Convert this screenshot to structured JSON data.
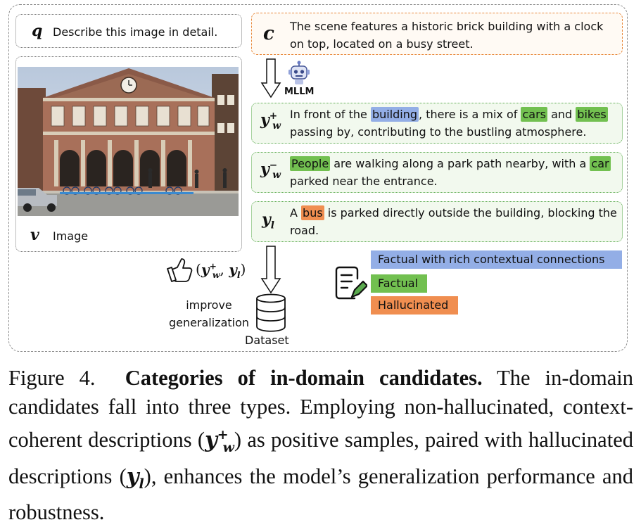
{
  "query": {
    "symbol": "q",
    "text": "Describe this image in detail."
  },
  "image_panel": {
    "symbol": "v",
    "label": "Image"
  },
  "context": {
    "symbol": "c",
    "text": "The scene features a historic brick building with a clock on top, located on a busy street."
  },
  "mllm": {
    "label": "MLLM",
    "icon": "robot-icon"
  },
  "candidates": [
    {
      "symbol": "y",
      "sup": "+",
      "sub": "w",
      "segments": [
        {
          "text": "In front of the "
        },
        {
          "text": "building",
          "highlight": "blue"
        },
        {
          "text": ", there is a mix of "
        },
        {
          "text": "cars",
          "highlight": "green"
        },
        {
          "text": " and "
        },
        {
          "text": "bikes",
          "highlight": "green"
        },
        {
          "text": " passing by, contributing to the bustling atmosphere."
        }
      ]
    },
    {
      "symbol": "y",
      "sup": "−",
      "sub": "w",
      "segments": [
        {
          "text": "People",
          "highlight": "green"
        },
        {
          "text": " are walking along a park path nearby, with a "
        },
        {
          "text": "car",
          "highlight": "green"
        },
        {
          "text": " parked near the entrance."
        }
      ]
    },
    {
      "symbol": "y",
      "sup": "",
      "sub": "l",
      "segments": [
        {
          "text": "A "
        },
        {
          "text": "bus",
          "highlight": "orange"
        },
        {
          "text": " is parked directly outside the building, blocking the road."
        }
      ]
    }
  ],
  "pair": {
    "open": "(",
    "y1": "y",
    "y1_sup": "+",
    "y1_sub": "w",
    "sep": ", ",
    "y2": "y",
    "y2_sub": "l",
    "close": ")",
    "icon": "thumbs-up-icon"
  },
  "improve_label": "improve\ngeneralization",
  "dataset_label": "Dataset",
  "legend": [
    {
      "label": "Factual with rich contextual connections",
      "color": "#93aee6"
    },
    {
      "label": "Factual",
      "color": "#72c050"
    },
    {
      "label": "Hallucinated",
      "color": "#f08e50"
    }
  ],
  "colors": {
    "blue": "#93aee6",
    "green": "#72c050",
    "orange": "#f08e50",
    "context_border": "#e8883a",
    "candidate_border": "#5aaa4e"
  },
  "caption": {
    "fig": "Figure 4.",
    "title": "Categories of in-domain candidates.",
    "p1": " The in-domain candidates fall into three types. Employing non-hallucinated, context-coherent descriptions (",
    "m1": "y",
    "m1_sup": "+",
    "m1_sub": "w",
    "p2": ") as positive samples, paired with hallucinated descriptions (",
    "m2": "y",
    "m2_sub": "l",
    "p3": "), enhances the model’s generalization performance and robustness."
  }
}
